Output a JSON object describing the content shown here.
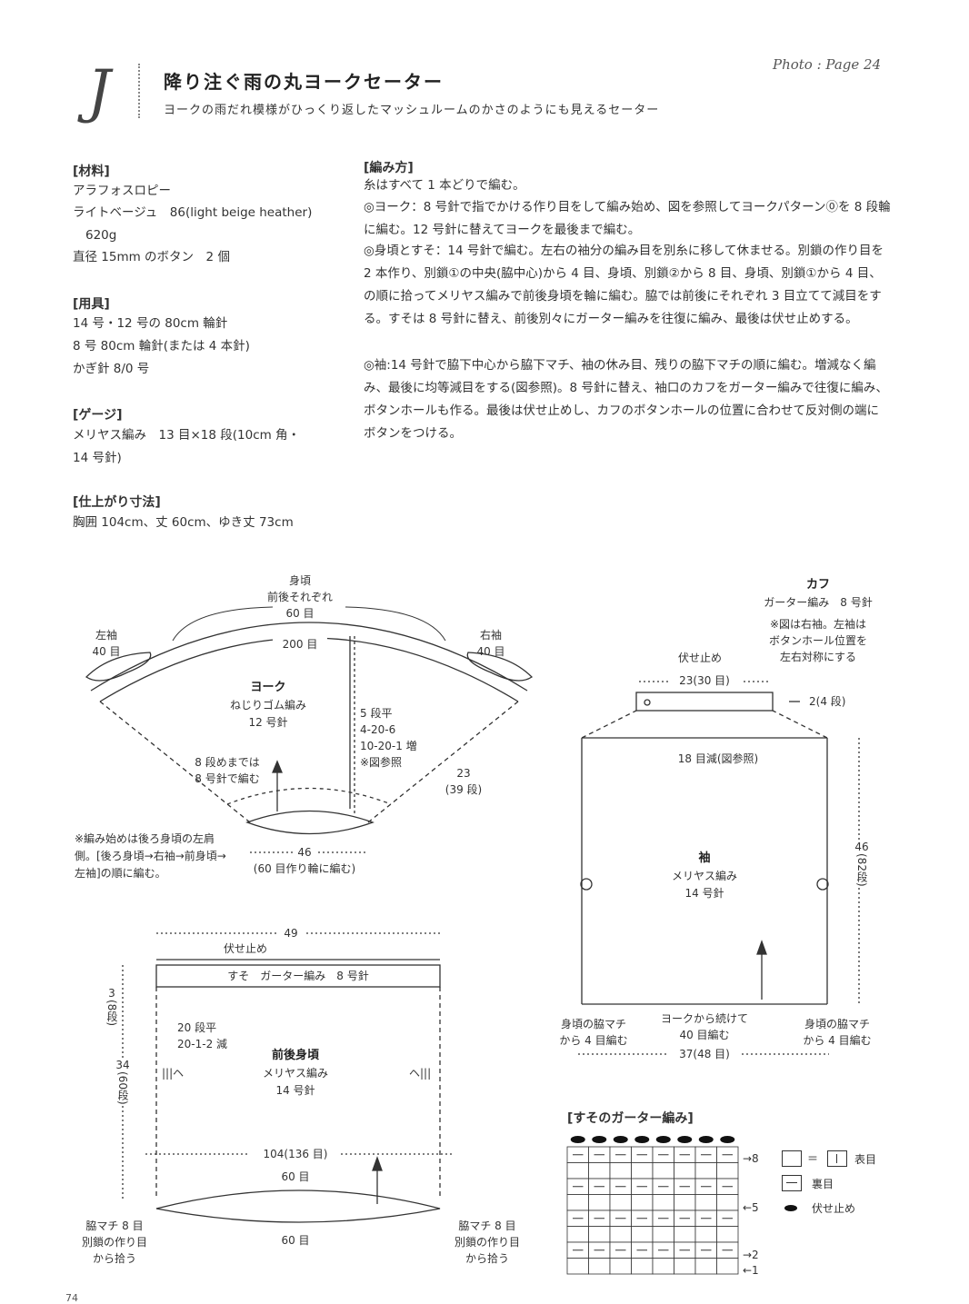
{
  "header": {
    "letter": "J",
    "title": "降り注ぐ雨の丸ヨークセーター",
    "subtitle": "ヨークの雨だれ模様がひっくり返したマッシュルームのかさのようにも見えるセーター",
    "photo_ref": "Photo : Page 24"
  },
  "materials": {
    "heading": "[材料]",
    "lines": [
      "アラフォスロピー",
      "ライトベージュ　86(light beige heather)",
      "620g",
      "直径 15mm のボタン　2 個"
    ]
  },
  "tools": {
    "heading": "[用具]",
    "lines": [
      "14 号・12 号の 80cm 輪針",
      "8 号 80cm 輪針(または 4 本針)",
      "かぎ針 8/0 号"
    ]
  },
  "gauge": {
    "heading": "[ゲージ]",
    "lines": [
      "メリヤス編み　13 目×18 段(10cm 角・",
      "14 号針)"
    ]
  },
  "finished": {
    "heading": "[仕上がり寸法]",
    "lines": [
      "胸囲 104cm、丈 60cm、ゆき丈 73cm"
    ]
  },
  "instructions": {
    "heading": "[編み方]",
    "paragraphs": [
      "糸はすべて 1 本どりで編む。",
      "◎ヨーク：8 号針で指でかける作り目をして編み始め、図を参照してヨークパターン⓪を 8 段輪に編む。12 号針に替えてヨークを最後まで編む。",
      "◎身頃とすそ：14 号針で編む。左右の袖分の編み目を別糸に移して休ませる。別鎖の作り目を 2 本作り、別鎖①の中央(脇中心)から 4 目、身頃、別鎖②から 8 目、身頃、別鎖①から 4 目、の順に拾ってメリヤス編みで前後身頃を輪に編む。脇では前後にそれぞれ 3 目立てて減目をする。すそは 8 号針に替え、前後別々にガーター編みを往復に編み、最後は伏せ止めする。",
      "◎袖:14 号針で脇下中心から脇下マチ、袖の休み目、残りの脇下マチの順に編む。増減なく編み、最後に均等減目をする(図参照)。8 号針に替え、袖口のカフをガーター編みで往復に編み、ボタンホールも作る。最後は伏せ止めし、カフのボタンホールの位置に合わせて反対側の端にボタンをつける。"
    ]
  },
  "yoke_diagram": {
    "body_label_1": "身頃",
    "body_label_2": "前後それぞれ",
    "body_label_3": "60 目",
    "left_sleeve_1": "左袖",
    "left_sleeve_2": "40 目",
    "right_sleeve_1": "右袖",
    "right_sleeve_2": "40 目",
    "outer_count": "200 目",
    "title": "ヨーク",
    "stitch": "ねじりゴム編み",
    "needle": "12 号針",
    "rows_1": "5 段平",
    "rows_2": "4-20-6",
    "rows_3": "10-20-1 増",
    "rows_4": "※図参照",
    "first8_1": "8 段めまでは",
    "first8_2": "8 号針で編む",
    "depth_1": "23",
    "depth_2": "(39 段)",
    "bottom_1": "46",
    "bottom_2": "(60 目作り輪に編む)",
    "note": "※編み始めは後ろ身頃の左肩側。[後ろ身頃→右袖→前身頃→左袖]の順に編む。"
  },
  "sleeve_diagram": {
    "cuff_title": "カフ",
    "cuff_stitch": "ガーター編み　8 号針",
    "cuff_note_1": "※図は右袖。左袖は",
    "cuff_note_2": "ボタンホール位置を",
    "cuff_note_3": "左右対称にする",
    "bind_off": "伏せ止め",
    "cuff_width": "23(30 目)",
    "cuff_height": "2(4 段)",
    "decrease": "18 目減(図参照)",
    "length_1": "46",
    "length_2": "(82段)",
    "title": "袖",
    "stitch": "メリヤス編み",
    "needle": "14 号針",
    "pick_left_1": "身頃の脇マチ",
    "pick_left_2": "から 4 目編む",
    "continue_1": "ヨークから続けて",
    "continue_2": "40 目編む",
    "pick_right_1": "身頃の脇マチ",
    "pick_right_2": "から 4 目編む",
    "width": "37(48 目)"
  },
  "body_diagram": {
    "top_width": "49",
    "bind_off": "伏せ止め",
    "hem_label": "すそ　ガーター編み　8 号針",
    "hem_h_1": "3",
    "hem_h_2": "(8段)",
    "dec_1": "20 段平",
    "dec_2": "20-1-2 減",
    "mark_l": "|||ヘ",
    "mark_r": "ヘ|||",
    "title": "前後身頃",
    "stitch": "メリヤス編み",
    "needle": "14 号針",
    "h_1": "34",
    "h_2": "(60段)",
    "circ": "104(136 目)",
    "top_count": "60 目",
    "bottom_count": "60 目",
    "left_1": "脇マチ 8 目",
    "left_2": "別鎖の作り目",
    "left_3": "から拾う",
    "right_1": "脇マチ 8 目",
    "right_2": "別鎖の作り目",
    "right_3": "から拾う"
  },
  "chart": {
    "heading": "[すそのガーター編み]",
    "rows": 8,
    "cols": 8,
    "purl_rows": [
      2,
      4,
      6,
      8
    ],
    "row_labels": {
      "r8": "→8",
      "r5": "←5",
      "r2": "→2",
      "r1": "←1"
    },
    "legend_knit": "表目",
    "legend_purl": "裏目",
    "legend_bind": "伏せ止め",
    "legend_eq": "＝"
  },
  "page_number": "74"
}
